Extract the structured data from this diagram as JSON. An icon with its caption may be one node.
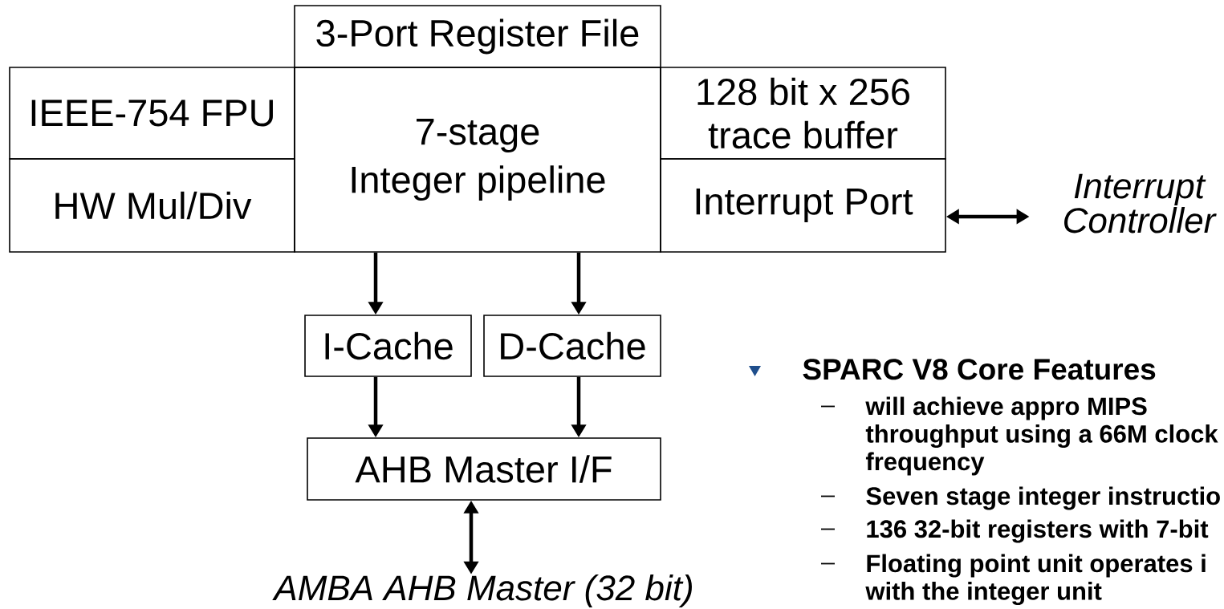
{
  "diagram": {
    "nodes": [
      {
        "text": [
          "3-Port Register File"
        ]
      },
      {
        "text": [
          "IEEE-754 FPU"
        ]
      },
      {
        "text": [
          "7-stage Integer pipeline"
        ]
      },
      {
        "text": [
          "128 bit x 256 trace buffer"
        ]
      },
      {
        "text": [
          "HW Mul/Div"
        ]
      },
      {
        "text": [
          "Interrupt Port"
        ]
      },
      {
        "text": [
          "Interrupt Controller"
        ]
      },
      {
        "text": [
          "I-Cache"
        ]
      },
      {
        "text": [
          "D-Cache"
        ]
      },
      {
        "text": [
          "AHB Master I/F"
        ]
      },
      {
        "text": [
          "AMBA AHB Master (32 bit)"
        ]
      }
    ],
    "edges": [
      {
        "from": 5,
        "to": 6,
        "arrow": "both"
      },
      {
        "from": 2,
        "to": 7,
        "arrow": "to"
      },
      {
        "from": 2,
        "to": 8,
        "arrow": "to"
      },
      {
        "from": 7,
        "to": 9,
        "arrow": "to"
      },
      {
        "from": 8,
        "to": 9,
        "arrow": "to"
      },
      {
        "from": 9,
        "to": 10,
        "arrow": "both"
      }
    ],
    "labels": [
      "SPARC V8 Core Features",
      "will achieve appro MIPS throughput using a 66M clock frequency",
      "Seven stage integer instructio",
      "136 32-bit registers with 7-bit",
      "Floating point unit operates i with the integer unit"
    ]
  }
}
